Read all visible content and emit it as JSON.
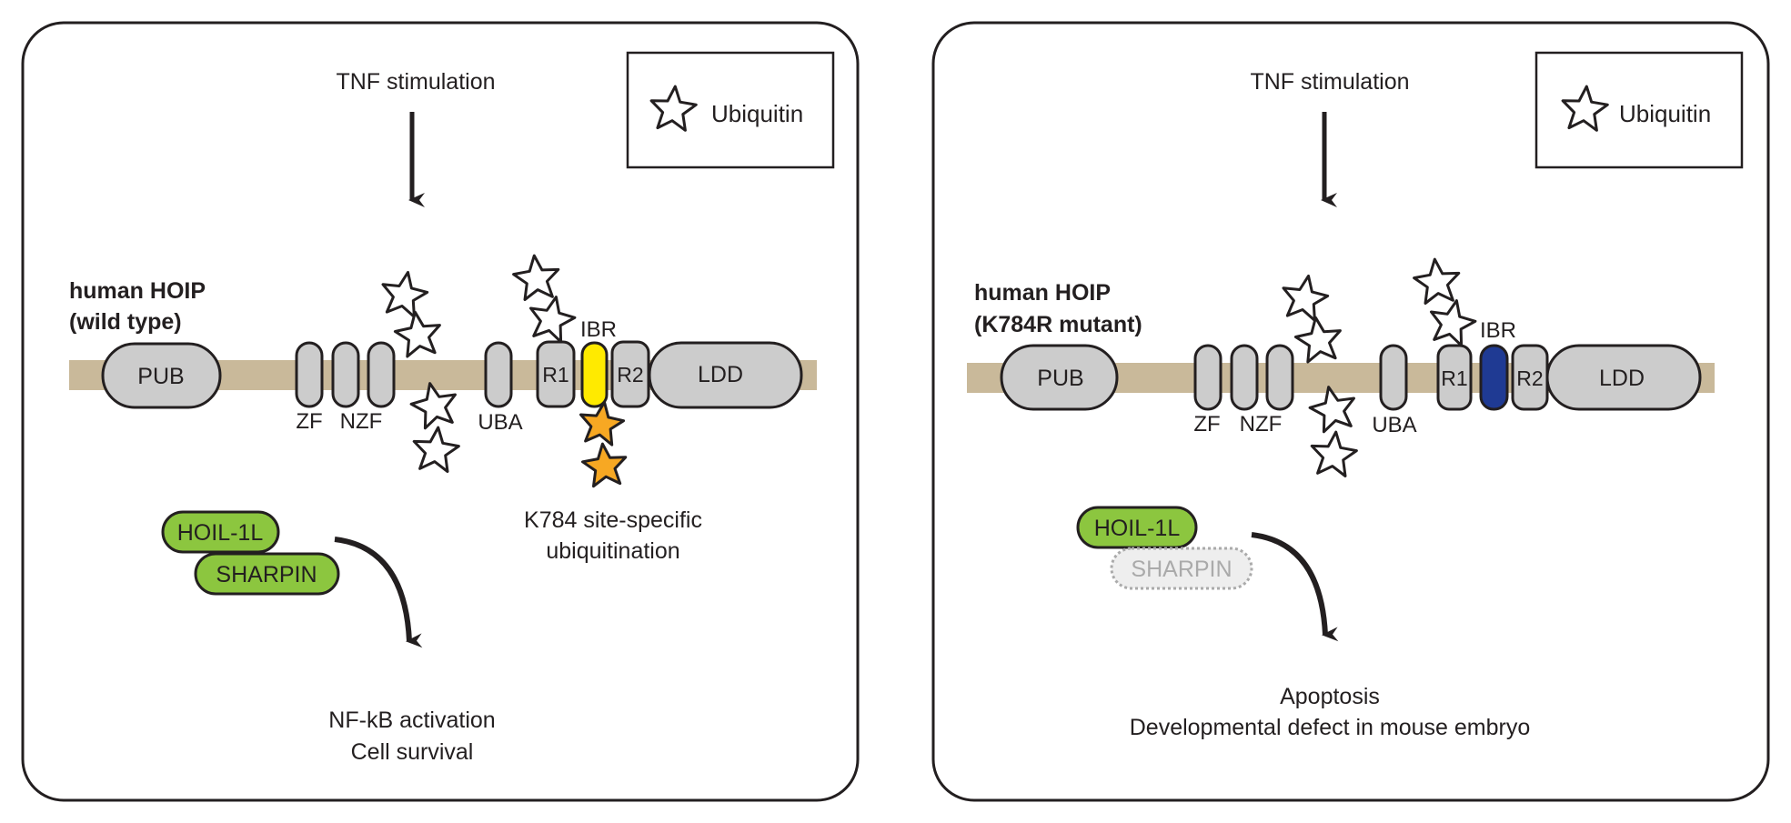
{
  "legend": {
    "label": "Ubiquitin"
  },
  "colors": {
    "backbone": "#c9b99a",
    "domain_fill": "#cccccc",
    "outline": "#231f20",
    "ibr_wild_type": "#ffea00",
    "ibr_mutant": "#1f3a93",
    "partner_fill": "#8cc63f",
    "ubiquitin_specific": "#f7a823",
    "sharpin_missing_fill": "#eeeeee",
    "sharpin_missing_text": "#aaaaaa"
  },
  "panels": [
    {
      "stimulus": "TNF stimulation",
      "protein": {
        "line1": "human HOIP",
        "line2": "(wild type)"
      },
      "domains": {
        "pub": "PUB",
        "r1": "R1",
        "ibr": "IBR",
        "r2": "R2",
        "ldd": "LDD",
        "zf": "ZF",
        "nzf": "NZF",
        "uba": "UBA"
      },
      "partners": {
        "hoil": "HOIL-1L",
        "sharpin": "SHARPIN"
      },
      "site_note": {
        "line1": "K784 site-specific",
        "line2": "ubiquitination"
      },
      "outcome": {
        "line1": "NF-kB activation",
        "line2": "Cell survival"
      }
    },
    {
      "stimulus": "TNF stimulation",
      "protein": {
        "line1": "human HOIP",
        "line2": "(K784R mutant)"
      },
      "domains": {
        "pub": "PUB",
        "r1": "R1",
        "ibr": "IBR",
        "r2": "R2",
        "ldd": "LDD",
        "zf": "ZF",
        "nzf": "NZF",
        "uba": "UBA"
      },
      "partners": {
        "hoil": "HOIL-1L",
        "sharpin": "SHARPIN"
      },
      "outcome": {
        "line1": "Apoptosis",
        "line2": "Developmental defect in mouse embryo"
      }
    }
  ]
}
